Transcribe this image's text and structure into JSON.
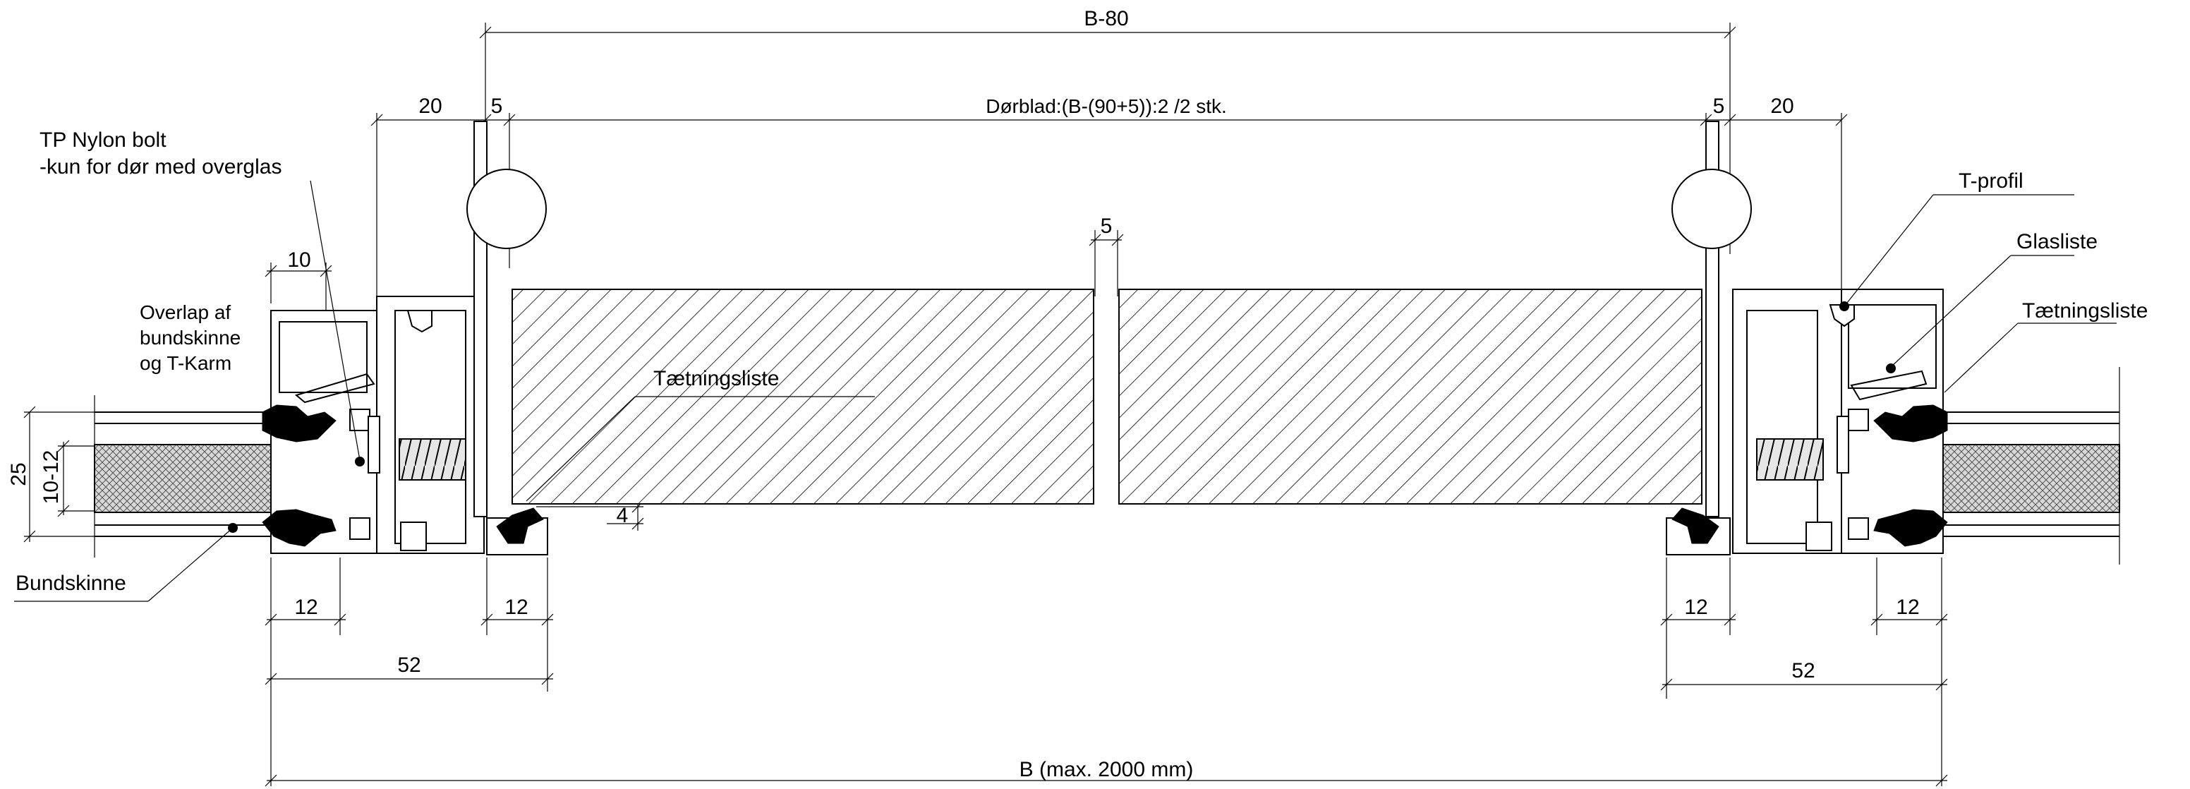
{
  "dimensions": {
    "top_width": "B-80",
    "leaf_formula": "Dørblad:(B-(90+5)):2  /2 stk.",
    "left_20": "20",
    "left_5": "5",
    "right_5": "5",
    "right_20": "20",
    "gap_5": "5",
    "left_10": "10",
    "height_25": "25",
    "glass_10_12": "10-12",
    "offset_4": "4",
    "left_12a": "12",
    "left_12b": "12",
    "left_52": "52",
    "right_12a": "12",
    "right_12b": "12",
    "right_52": "52",
    "total_width": "B (max. 2000 mm)"
  },
  "labels": {
    "nylon_bolt_line1": "TP Nylon bolt",
    "nylon_bolt_line2": "-kun for dør med overglas",
    "overlap_line1": "Overlap af",
    "overlap_line2": "bundskinne",
    "overlap_line3": "og T-Karm",
    "bundskinne": "Bundskinne",
    "seal_center": "Tætningsliste",
    "t_profil": "T-profil",
    "glasliste": "Glasliste",
    "seal_right": "Tætningsliste"
  }
}
